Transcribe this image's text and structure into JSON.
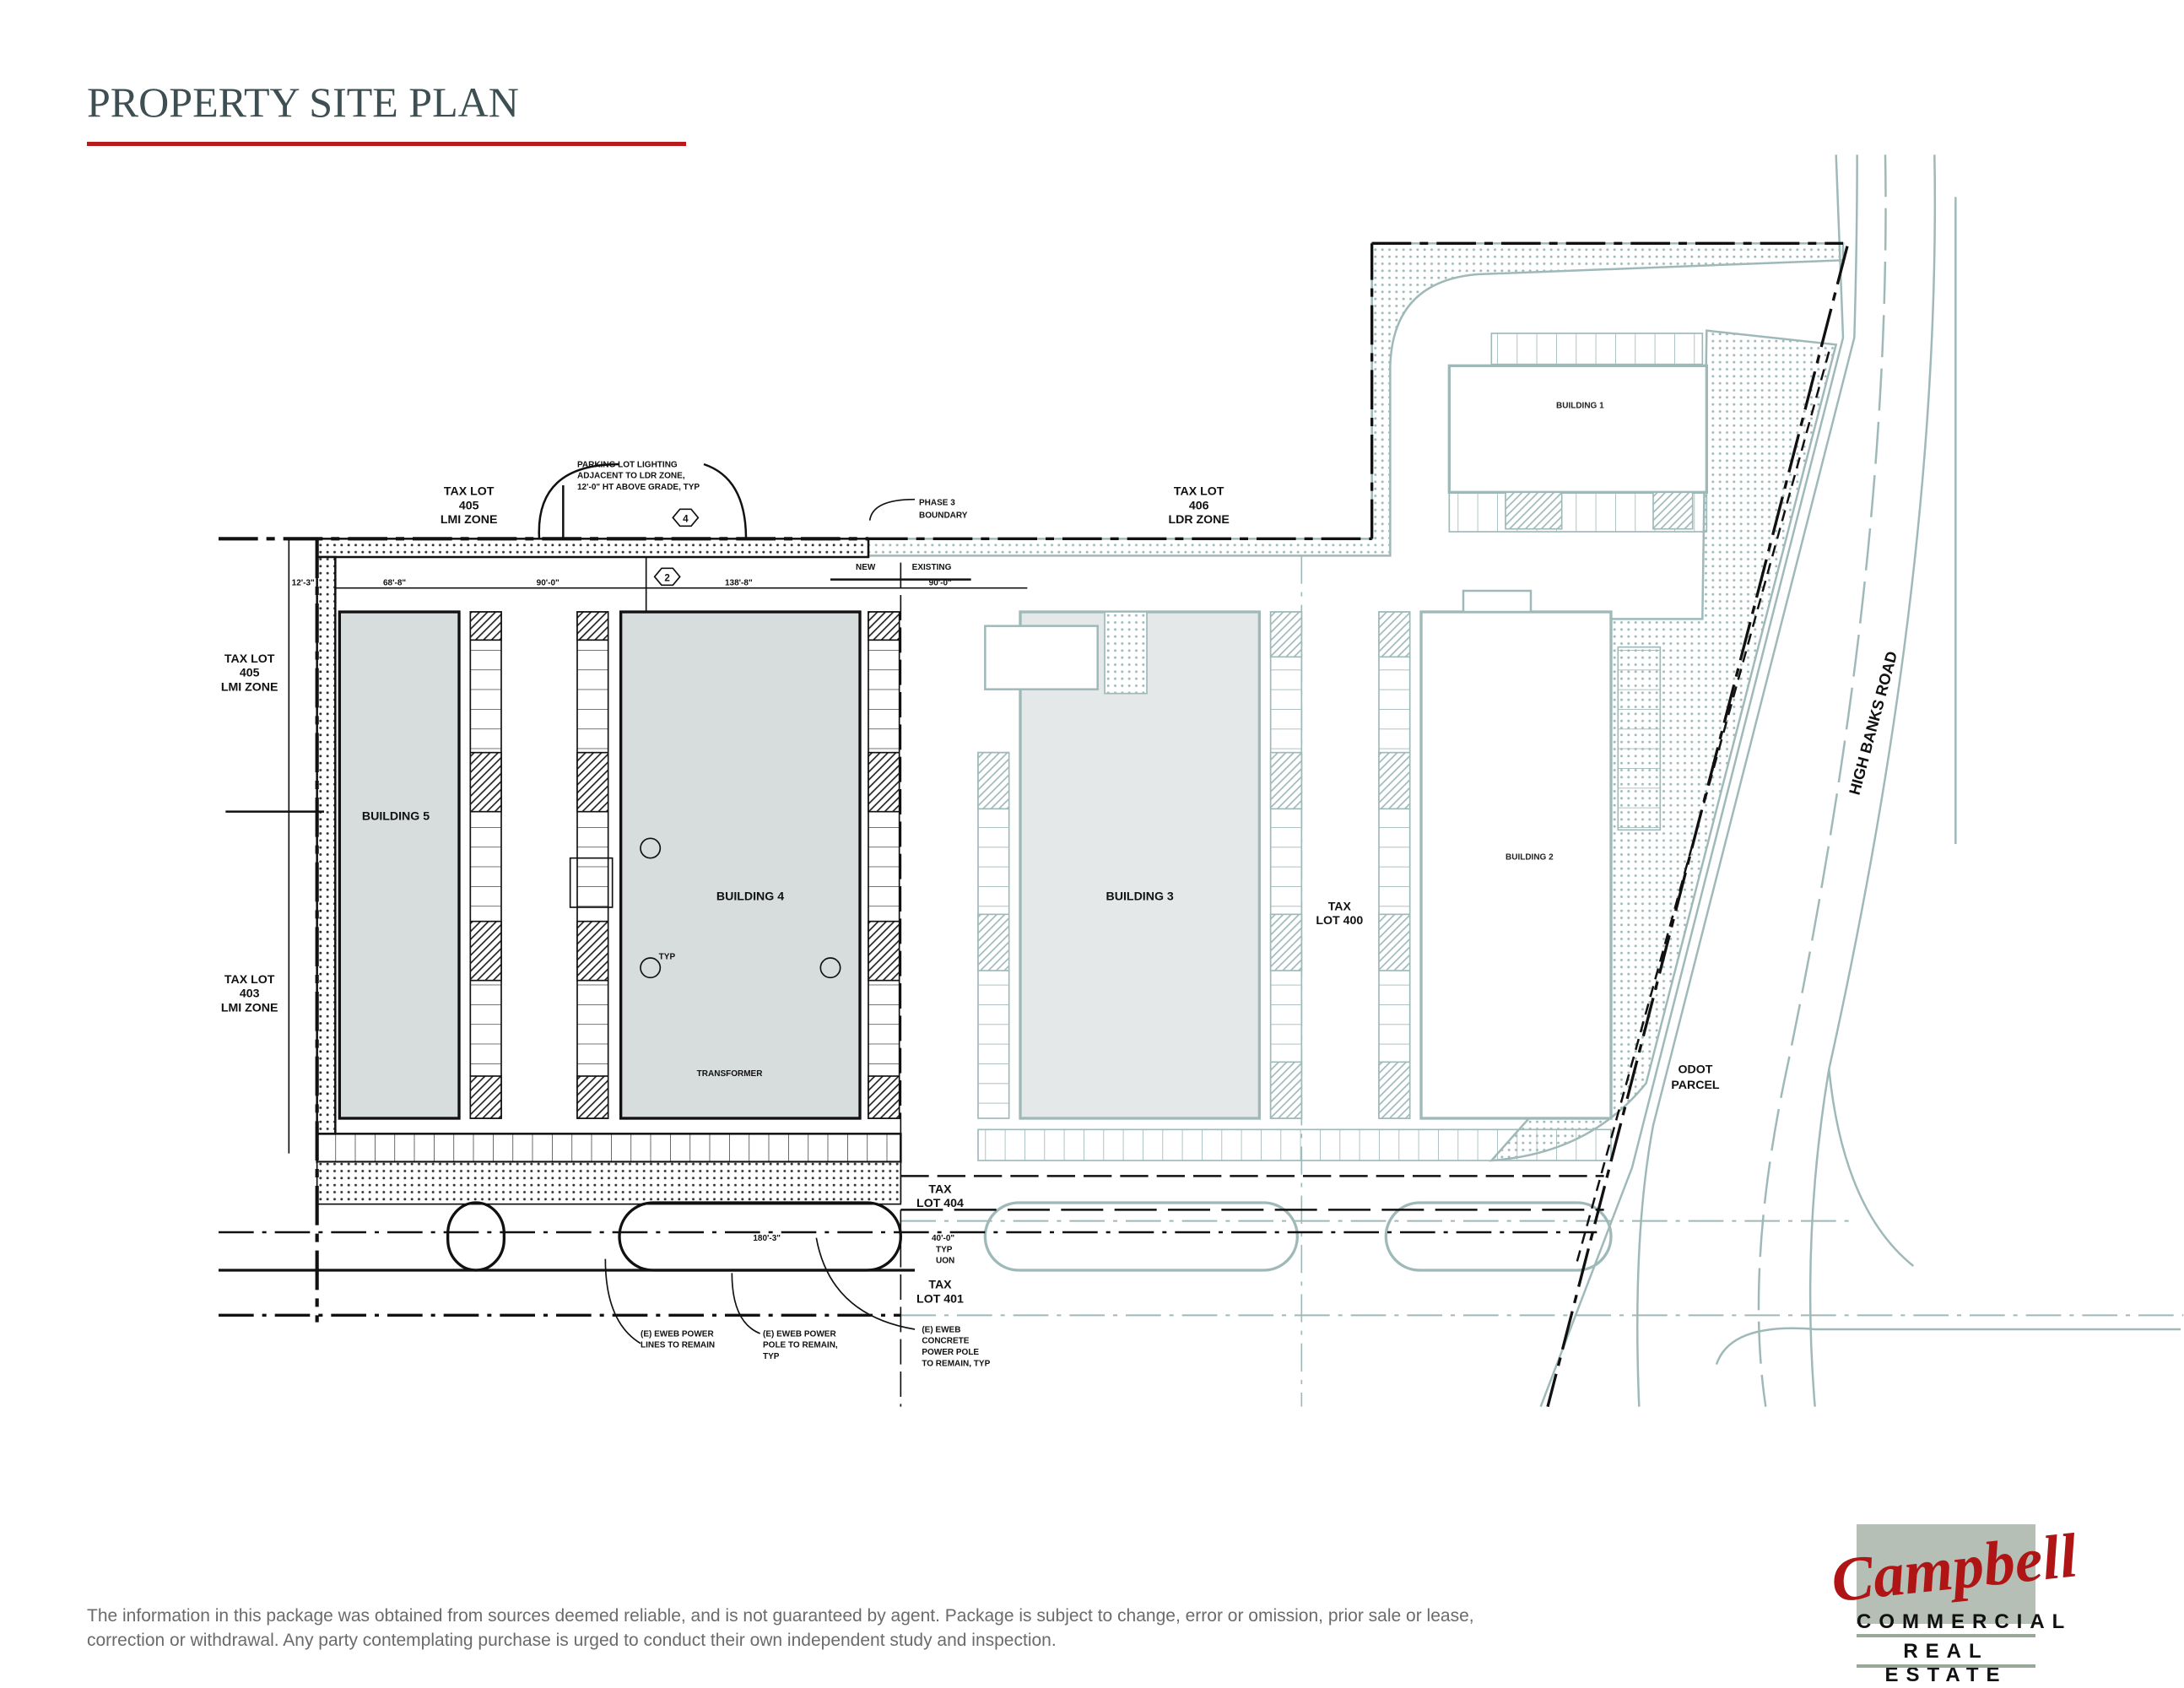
{
  "header": {
    "title": "PROPERTY SITE PLAN"
  },
  "plan": {
    "tax_lots": {
      "lot405_top": [
        "TAX LOT",
        "405",
        "LMI ZONE"
      ],
      "lot406": [
        "TAX LOT",
        "406",
        "LDR ZONE"
      ],
      "lot405_left": [
        "TAX LOT",
        "405",
        "LMI ZONE"
      ],
      "lot403": [
        "TAX LOT",
        "403",
        "LMI ZONE"
      ],
      "lot400": [
        "TAX",
        "LOT 400"
      ],
      "lot404": [
        "TAX",
        "LOT 404"
      ],
      "lot401": [
        "TAX",
        "LOT 401"
      ],
      "odot": [
        "ODOT",
        "PARCEL"
      ]
    },
    "buildings": {
      "b1": "BUILDING 1",
      "b2": "BUILDING 2",
      "b3": "BUILDING 3",
      "b4": "BUILDING 4",
      "b5": "BUILDING 5"
    },
    "road": "HIGH BANKS ROAD",
    "notes": {
      "lighting": [
        "PARKING LOT LIGHTING",
        "ADJACENT TO LDR ZONE,",
        "12'-0\" HT ABOVE GRADE, TYP"
      ],
      "phase3": [
        "PHASE 3",
        "BOUNDARY"
      ],
      "new": "NEW",
      "existing": "EXISTING",
      "transformer": "TRANSFORMER",
      "power_lines": [
        "(E) EWEB POWER",
        "LINES TO REMAIN"
      ],
      "power_pole": [
        "(E) EWEB POWER",
        "POLE TO REMAIN,",
        "TYP"
      ],
      "concrete_pole": [
        "(E) EWEB",
        "CONCRETE",
        "POWER POLE",
        "TO REMAIN, TYP"
      ],
      "typ": "TYP",
      "typ_uon": [
        "TYP",
        "UON"
      ]
    },
    "dimensions": {
      "d1": "90'-0\"",
      "d2": "138'-8\"",
      "d3": "90'-0\"",
      "d4": "68'-8\"",
      "d5": "12'-3\"",
      "d6": "40'-0\"",
      "d7": "180'-3\""
    },
    "keynotes": {
      "k4": "4",
      "k2": "2"
    }
  },
  "footer": {
    "disclaimer_line1": "The information in this package was obtained from sources deemed reliable, and is not guaranteed by agent.  Package is subject to change, error or omission, prior sale or lease,",
    "disclaimer_line2": "correction or withdrawal.  Any party contemplating purchase is urged to conduct their own independent study and inspection."
  },
  "logo": {
    "script": "Campbell",
    "line1": "COMMERCIAL",
    "line2": "REAL ESTATE"
  },
  "colors": {
    "accent_red": "#b71c1c",
    "title": "#3d4f53",
    "teal_lines": "#9fb9b9",
    "logo_red": "#b01515"
  }
}
